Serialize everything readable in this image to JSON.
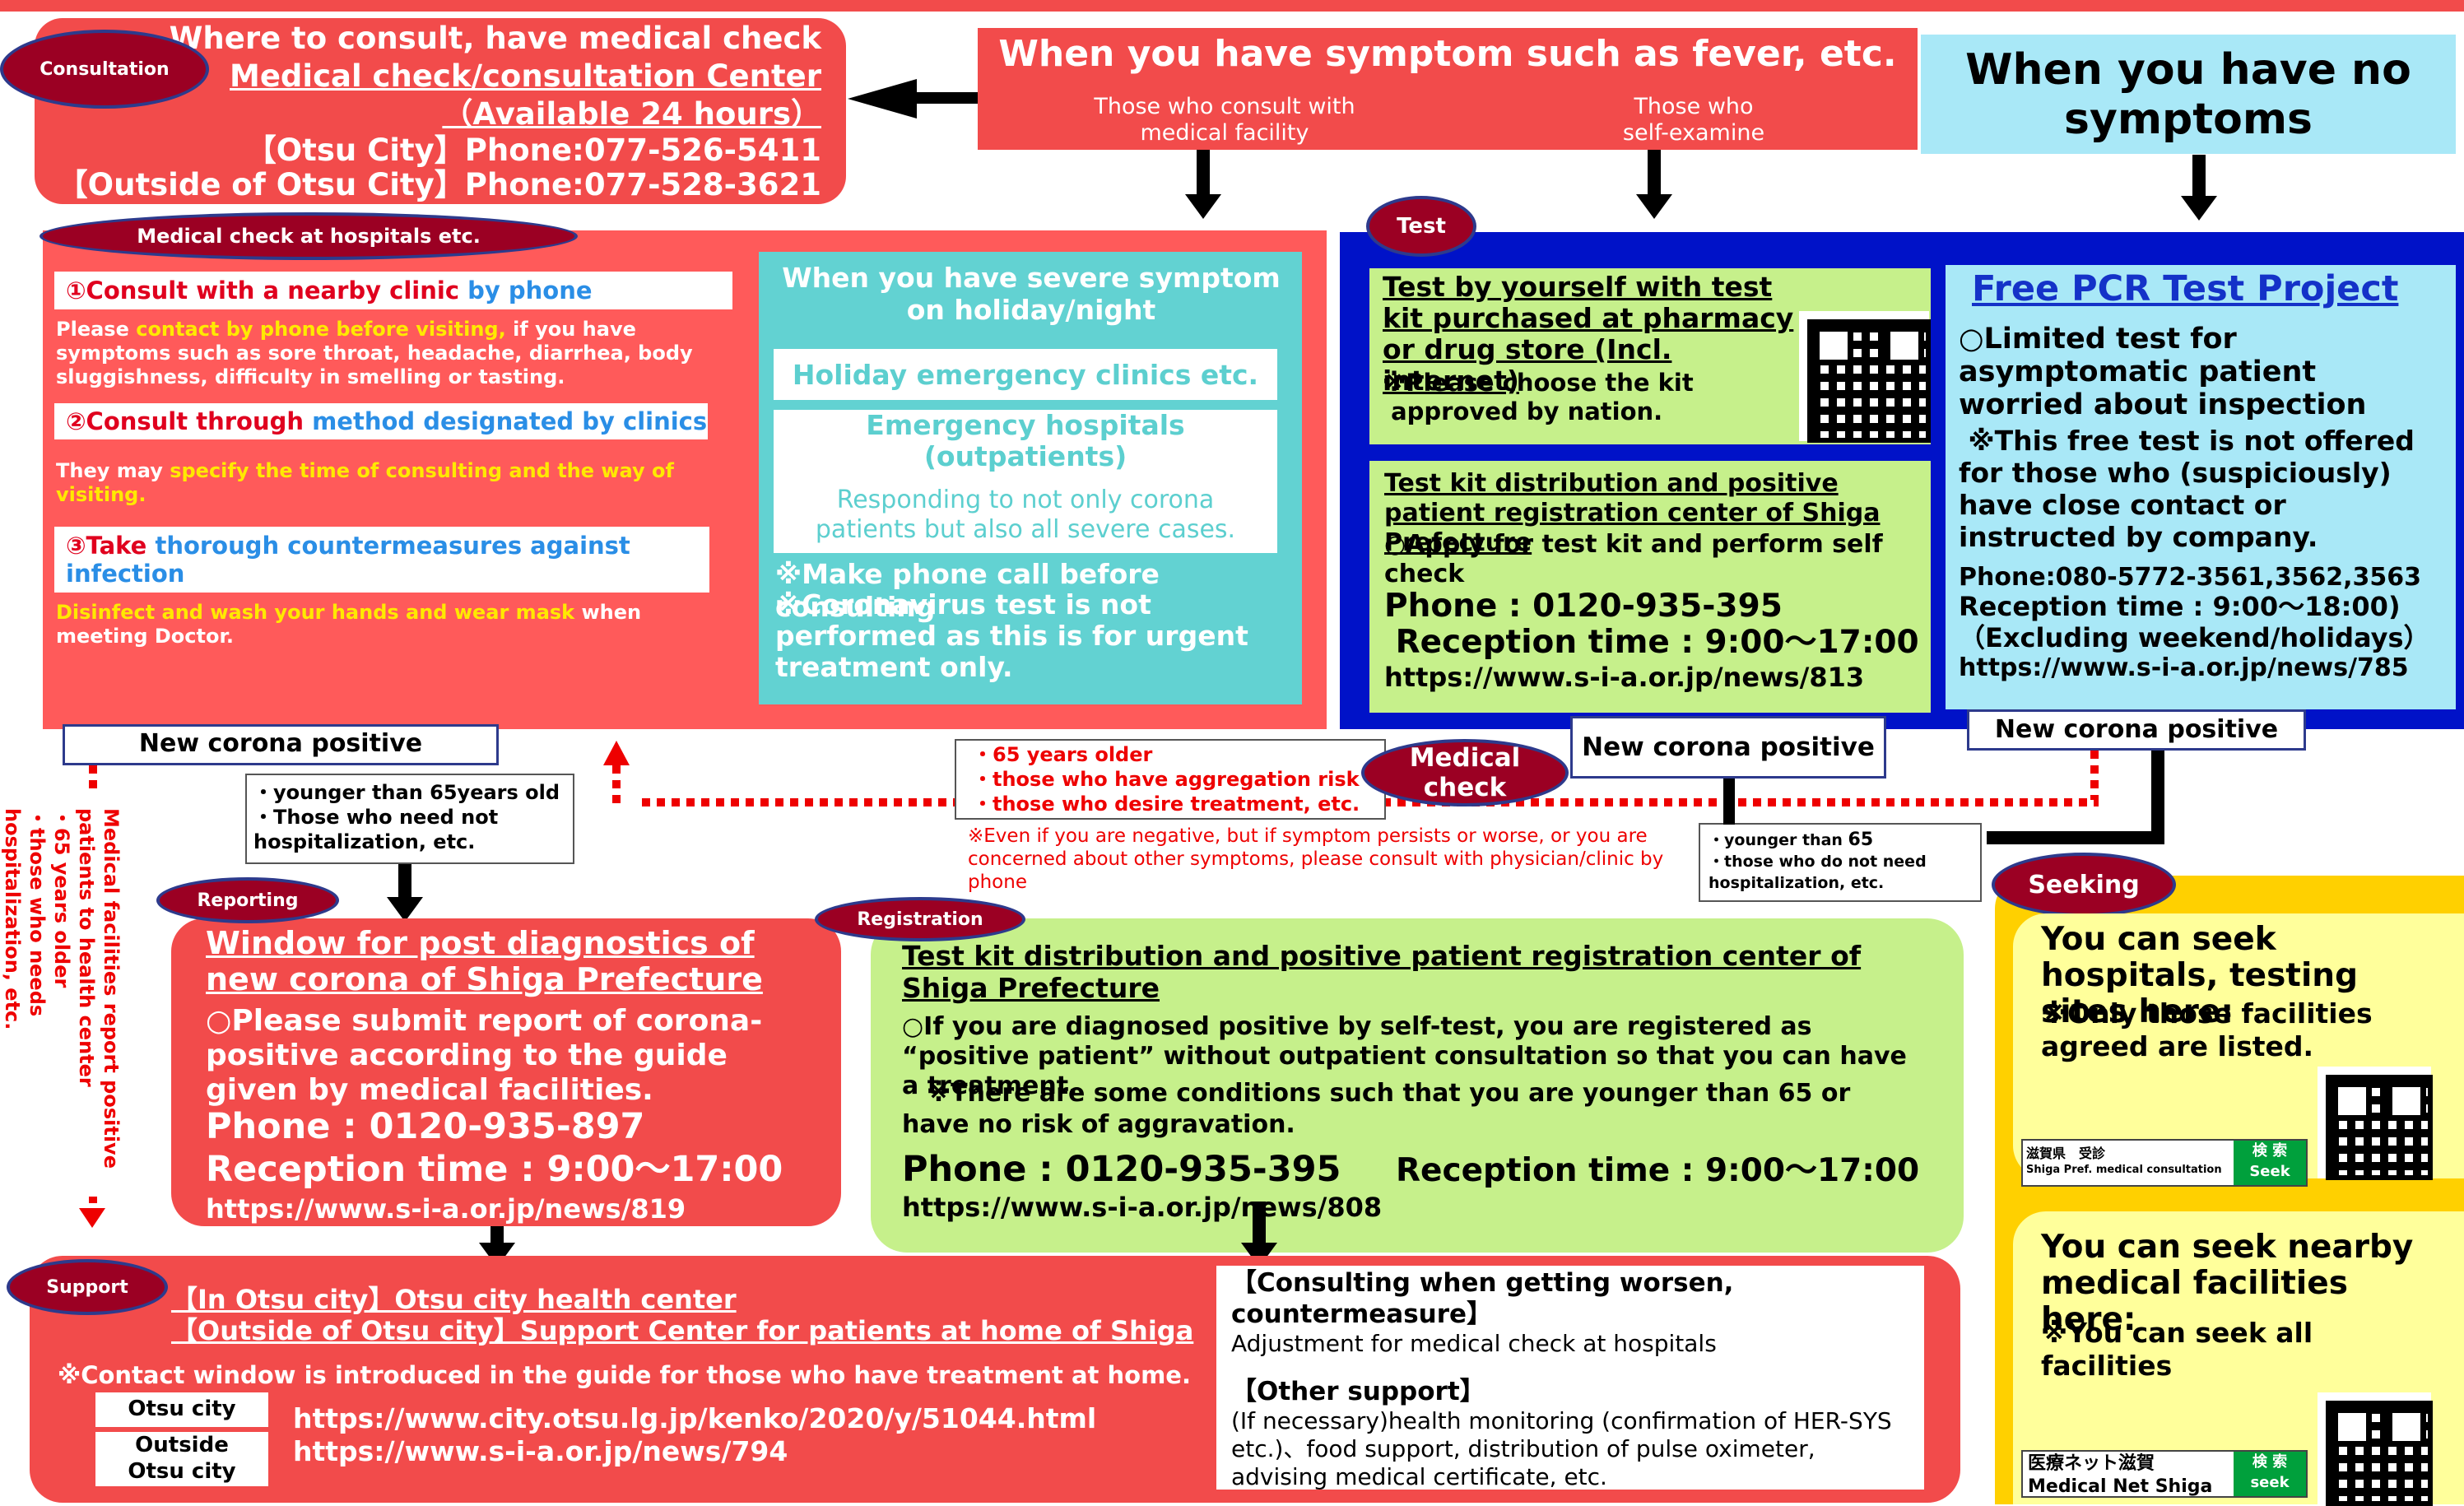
{
  "top_center": {
    "title": "When you have symptom such as fever, etc.",
    "left_label": "Those who consult with\nmedical facility",
    "right_label": "Those who\nself-examine"
  },
  "top_right": {
    "title": "When you have no\nsymptoms"
  },
  "consultation": {
    "badge": "Consultation",
    "l1": "Where to consult, have medical check",
    "l2": "Medical check/consultation Center",
    "l3": "（Available 24 hours）",
    "l4": "【Otsu City】Phone:077-526-5411",
    "l5": "【Outside of Otsu City】Phone:077-528-3621"
  },
  "medical_check": {
    "badge": "Medical check at hospitals etc.",
    "s1_title_a": "①Consult with a nearby clinic ",
    "s1_title_b": "by phone",
    "s1_body_a": "Please ",
    "s1_body_b": "contact by phone before visiting,",
    "s1_body_c": " if you have symptoms such as sore throat, headache, diarrhea, body sluggishness, difficulty in smelling or tasting.",
    "s2_title_a": "②Consult through ",
    "s2_title_b": "method designated by clinics",
    "s2_body_a": "They may ",
    "s2_body_b": "specify the time of consulting and the way of visiting.",
    "s3_title_a": "③Take ",
    "s3_title_b": "thorough countermeasures against infection",
    "s3_body_a": "Disinfect and wash your hands and wear mask",
    "s3_body_b": " when meeting Doctor."
  },
  "severe": {
    "title": "When you have severe symptom on holiday/night",
    "b1": "Holiday emergency clinics etc.",
    "b2a": "Emergency hospitals\n(outpatients)",
    "b2b": "Responding to not only corona patients but also all severe cases.",
    "note1": "※Make phone call before consulting",
    "note2": "※Coronavirus test is not performed as this is for urgent treatment only."
  },
  "test": {
    "badge": "Test",
    "kit_title": "Test by yourself with test kit purchased at pharmacy or drug store (Incl. internet)",
    "kit_note": "※Please choose the kit\n approved by nation.",
    "center_title": "Test kit distribution and positive patient registration center of Shiga Prefecture",
    "center_body": "○Apply for test kit and perform self check",
    "center_phone": "Phone : 0120-935-395",
    "center_time": " Reception time : 9:00～17:00",
    "center_url": "https://www.s-i-a.or.jp/news/813"
  },
  "pcr": {
    "title": "Free PCR Test Project",
    "body1": "○Limited test for asymptomatic patient worried about inspection",
    "body2": " ※This free test is not offered for those who (suspiciously) have close contact or instructed by company.",
    "phone": "Phone:080-5772-3561,3562,3563",
    "time": "Reception time : 9:00～18:00)",
    "excl": "（Excluding weekend/holidays）",
    "url": "https://www.s-i-a.or.jp/news/785"
  },
  "labels": {
    "positive_left": "New corona positive",
    "positive_mid": "New corona positive",
    "positive_right": "New corona positive",
    "younger_left": "・younger than 65years old\n・Those who need not\nhospitalization, etc.",
    "older_mid": "・65 years older\n・those who have aggregation risk\n・those who desire treatment, etc.",
    "even_note": "※Even if you are negative, but if symptom persists or worse, or you are concerned about other symptoms, please consult with physician/clinic by phone",
    "medical_check_badge": "Medical\ncheck",
    "younger_mid_a": "・younger than ",
    "younger_mid_b": "65",
    "younger_mid_c": "\n・those who do not need\nhospitalization, etc.",
    "vertical_note": "Medical facilities report positive patients to health center\n・65 years older\n・those who needs hospitalization, etc."
  },
  "reporting": {
    "badge": "Reporting",
    "title": "Window for post diagnostics of new corona of Shiga Prefecture",
    "body": "○Please submit report of corona-positive according to the guide given by medical facilities.",
    "phone": "Phone : 0120-935-897",
    "time": "Reception time : 9:00～17:00",
    "url": "https://www.s-i-a.or.jp/news/819"
  },
  "registration": {
    "badge": "Registration",
    "title": "Test kit distribution and positive patient registration center of Shiga Prefecture",
    "body1": "○If you are diagnosed positive by self-test, you are registered  as “positive patient” without outpatient consultation so that you can have a treatment.",
    "body2": "　※There are some conditions such that you are younger than 65 or have no risk of aggravation.",
    "phone": "Phone : 0120-935-395",
    "time": "Reception time : 9:00～17:00",
    "url": "https://www.s-i-a.or.jp/news/808"
  },
  "seeking": {
    "badge": "Seeking",
    "t1": "You can seek hospitals, testing sites here:",
    "n1": "※Only those facilities agreed are listed.",
    "search1_jp": "滋賀県　受診",
    "search1_en": "Shiga Pref. medical consultation",
    "search1_btn_jp": "検 索",
    "search1_btn": "Seek",
    "t2": "You can seek nearby medical facilities here:",
    "n2": "※You can seek all facilities",
    "search2_jp": "医療ネット滋賀",
    "search2_en": "Medical Net Shiga",
    "search2_btn_jp": "検 索",
    "search2_btn": "seek"
  },
  "support": {
    "badge": "Support",
    "l1": "【In Otsu city】Otsu city health center",
    "l2": "【Outside of Otsu city】Support Center for patients at  home of  Shiga",
    "note": "※Contact window is introduced in the guide for those who have treatment at home.",
    "lab1": "Otsu city",
    "lab2": "Outside\nOtsu city",
    "url1": "https://www.city.otsu.lg.jp/kenko/2020/y/51044.html",
    "url2": "https://www.s-i-a.or.jp/news/794",
    "r1_title": "【Consulting when getting worsen, countermeasure】",
    "r1_body": "Adjustment for medical check at hospitals",
    "r2_title": "【Other support】",
    "r2_body": "(If necessary)health monitoring (confirmation of HER-SYS etc.)、food support, distribution of pulse oximeter, advising medical certificate, etc."
  }
}
